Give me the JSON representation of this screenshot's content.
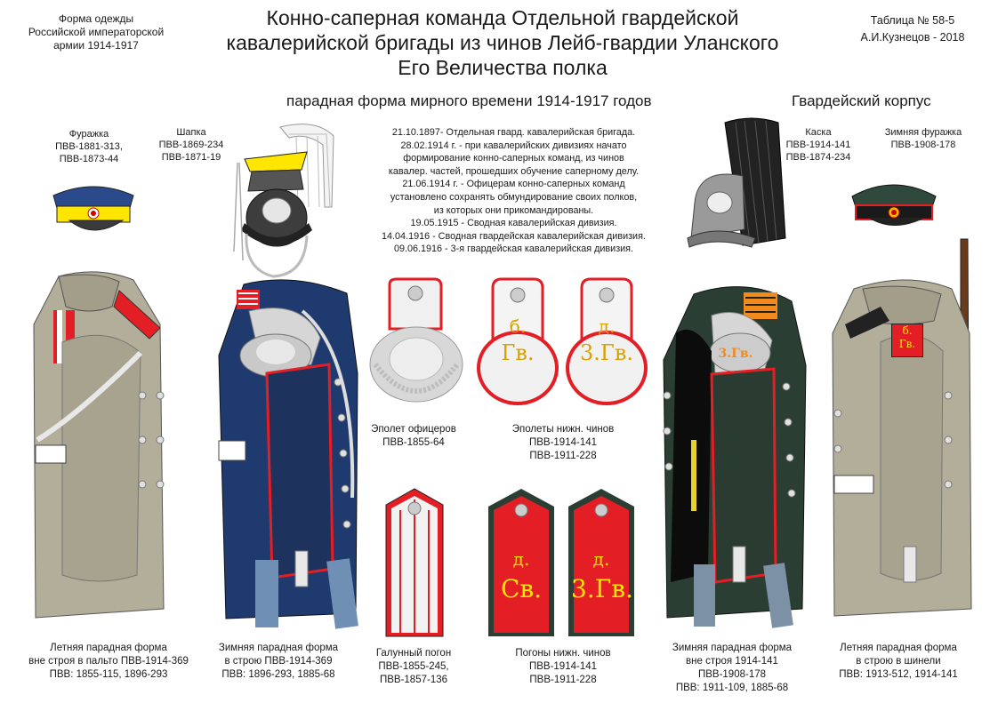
{
  "header": {
    "left_note": [
      "Форма одежды",
      "Российской императорской",
      "армии  1914-1917"
    ],
    "title_lines": [
      "Конно-саперная команда Отдельной гвардейской",
      "кавалерийской бригады из чинов Лейб-гвардии Уланского",
      "Его Величества полка"
    ],
    "table_no": "Таблица № 58-5",
    "author": "А.И.Кузнецов - 2018",
    "subtitle": "парадная форма мирного времени  1914-1917 годов",
    "corps": "Гвардейский корпус"
  },
  "headgear": {
    "furazhka": [
      "Фуражка",
      "ПВВ-1881-313,",
      "ПВВ-1873-44"
    ],
    "shapka": [
      "Шапка",
      "ПВВ-1869-234",
      "ПВВ-1871-19"
    ],
    "kaska": [
      "Каска",
      "ПВВ-1914-141",
      "ПВВ-1874-234"
    ],
    "winter_furazhka": [
      "Зимняя фуражка",
      "ПВВ-1908-178"
    ]
  },
  "history": [
    "21.10.1897- Отдельная гвард. кавалерийская бригада.",
    "28.02.1914 г. - при кавалерийских дивизиях начато",
    "формирование конно-саперных команд, из чинов",
    "кавалер. частей, прошедших обучение саперному делу.",
    "21.06.1914 г. - Офицерам конно-саперных команд",
    "установлено сохранять обмундирование своих полков,",
    "из которых они прикомандированы.",
    "19.05.1915 - Сводная кавалерийская дивизия.",
    "14.04.1916 - Сводная гвардейская кавалерийская дивизия.",
    "09.06.1916 - 3-я гвардейская кавалерийская дивизия."
  ],
  "insignia": {
    "epaulette_officer": [
      "Эполет офицеров",
      "ПВВ-1855-64"
    ],
    "epaulettes_nco": [
      "Эполеты нижн. чинов",
      "ПВВ-1914-141",
      "ПВВ-1911-228"
    ],
    "galloon_strap": [
      "Галунный погон",
      "ПВВ-1855-245,",
      "ПВВ-1857-136"
    ],
    "straps_nco": [
      "Погоны нижн. чинов",
      "ПВВ-1914-141",
      "ПВВ-1911-228"
    ],
    "ep1": [
      "б.",
      "Гв."
    ],
    "ep2": [
      "д.",
      "3.Гв."
    ],
    "strap1": [
      "д.",
      "Св."
    ],
    "strap2": [
      "д.",
      "3.Гв."
    ],
    "uniform3_badge": "3.Гв.",
    "uniform4_badge": [
      "б.",
      "Гв."
    ]
  },
  "uniforms": {
    "u1": [
      "Летняя парадная форма",
      "вне строя в пальто ПВВ-1914-369",
      "ПВВ: 1855-115, 1896-293"
    ],
    "u2": [
      "Зимняя парадная форма",
      "в строю ПВВ-1914-369",
      "ПВВ: 1896-293, 1885-68"
    ],
    "u3": [
      "Зимняя парадная форма",
      "вне строя 1914-141",
      "ПВВ-1908-178",
      "ПВВ: 1911-109, 1885-68"
    ],
    "u4": [
      "Летняя парадная форма",
      "в строю в шинели",
      "ПВВ: 1913-512, 1914-141"
    ]
  },
  "colors": {
    "khaki": "#b3ae9a",
    "navy": "#1f3a6e",
    "dark_green": "#2b3e33",
    "red": "#e31e24",
    "yellow": "#ffe600",
    "silver": "#d9d9d9",
    "orange": "#f28a1e"
  }
}
